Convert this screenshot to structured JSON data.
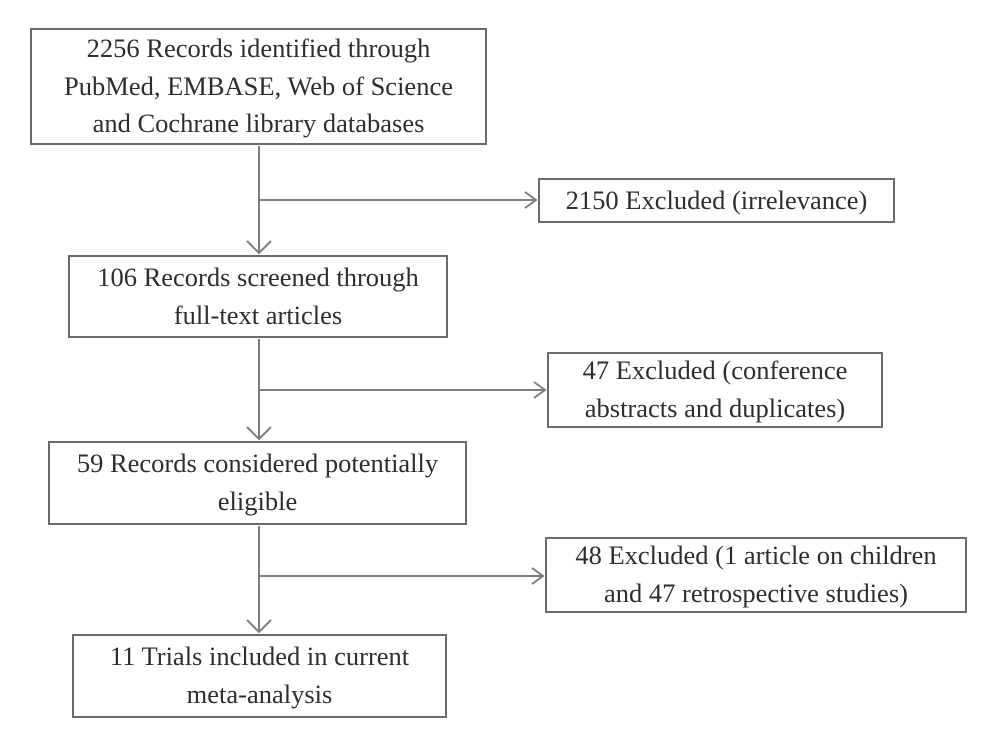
{
  "flowchart": {
    "main_boxes": [
      {
        "id": "identified",
        "text": "2256 Records identified through\nPubMed, EMBASE, Web of Science\nand Cochrane library databases"
      },
      {
        "id": "screened",
        "text": "106 Records screened through\nfull-text articles"
      },
      {
        "id": "eligible",
        "text": "59 Records considered potentially\neligible"
      },
      {
        "id": "included",
        "text": "11 Trials included in current\nmeta-analysis"
      }
    ],
    "exclusion_boxes": [
      {
        "id": "excluded-irrelevance",
        "text": "2150 Excluded (irrelevance)"
      },
      {
        "id": "excluded-conference",
        "text": "47 Excluded (conference\nabstracts and duplicates)"
      },
      {
        "id": "excluded-retrospective",
        "text": "48 Excluded (1 article on children\nand 47 retrospective studies)"
      }
    ],
    "colors": {
      "box_border": "#6b6b6b",
      "connector_line": "#7e7e7e",
      "text": "#2e2e2e",
      "background": "#ffffff"
    }
  }
}
